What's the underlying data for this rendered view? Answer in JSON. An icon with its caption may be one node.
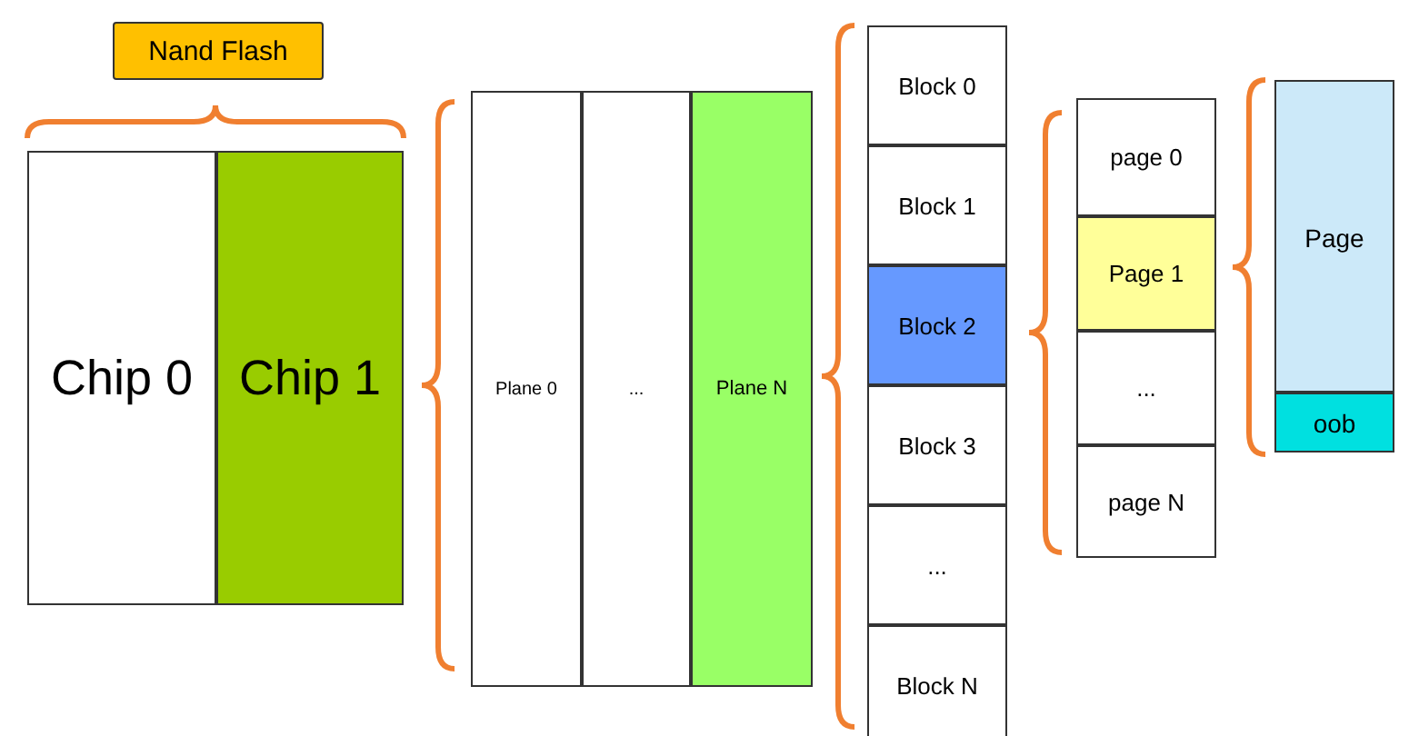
{
  "diagram": {
    "nodes": [
      {
        "text": [
          "Nand Flash"
        ]
      },
      {
        "text": [
          "Chip 0"
        ]
      },
      {
        "text": [
          "Chip 1"
        ]
      },
      {
        "text": [
          "Plane 0"
        ]
      },
      {
        "text": [
          "..."
        ]
      },
      {
        "text": [
          "Plane N"
        ]
      },
      {
        "text": [
          "Block 0"
        ]
      },
      {
        "text": [
          "Block 1"
        ]
      },
      {
        "text": [
          "Block 2"
        ]
      },
      {
        "text": [
          "Block 3"
        ]
      },
      {
        "text": [
          "..."
        ]
      },
      {
        "text": [
          "Block N"
        ]
      },
      {
        "text": [
          "page 0"
        ]
      },
      {
        "text": [
          "Page 1"
        ]
      },
      {
        "text": [
          "..."
        ]
      },
      {
        "text": [
          "page N"
        ]
      },
      {
        "text": [
          "Page"
        ]
      },
      {
        "text": [
          "oob"
        ]
      }
    ]
  }
}
